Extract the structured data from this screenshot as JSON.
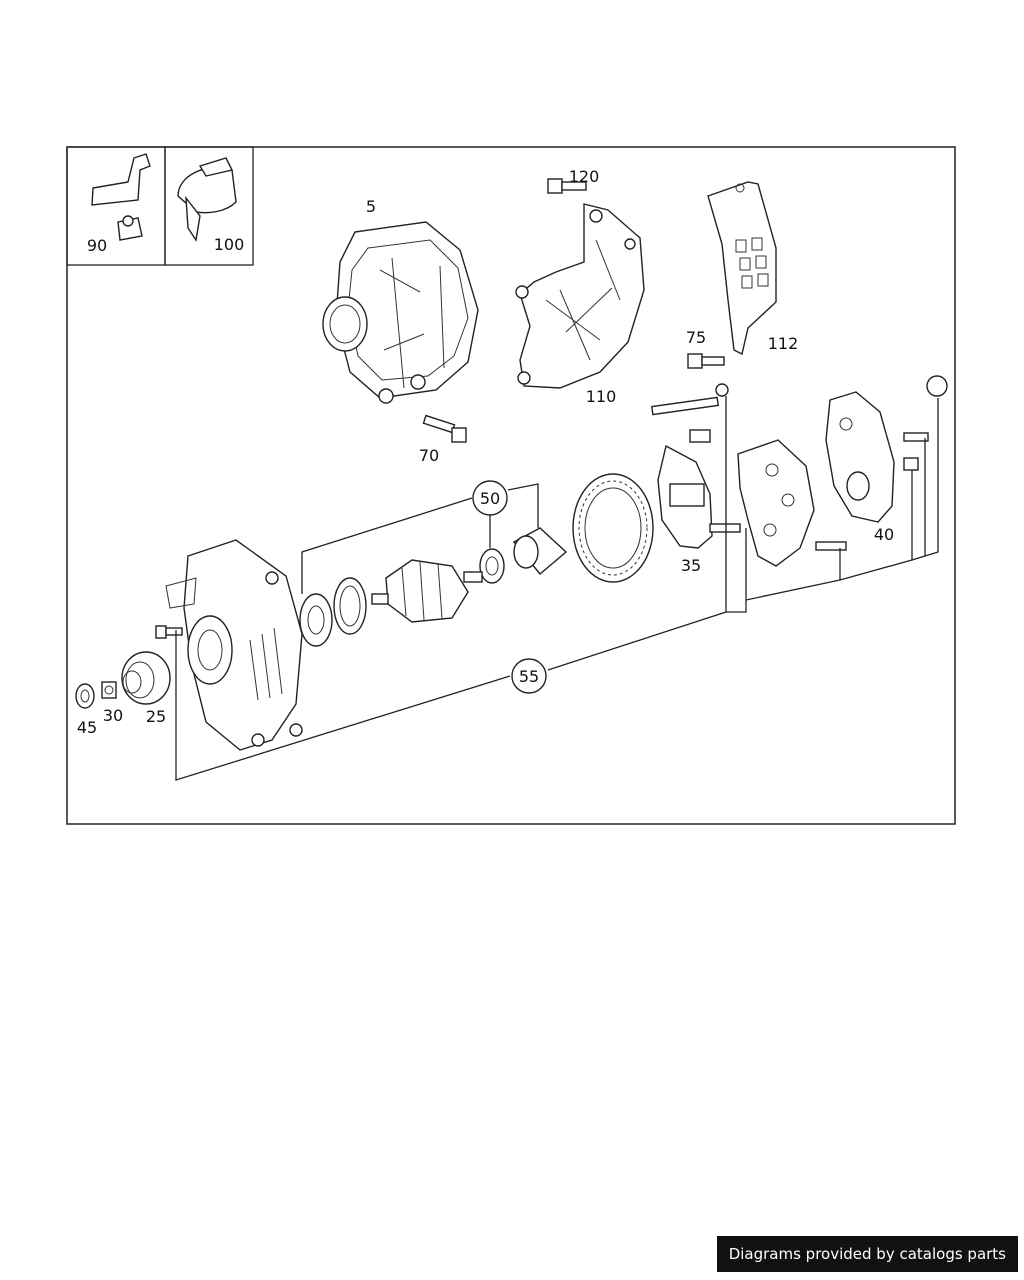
{
  "labels": {
    "p5": "5",
    "p25": "25",
    "p30": "30",
    "p35": "35",
    "p40": "40",
    "p45": "45",
    "p50": "50",
    "p55": "55",
    "p70": "70",
    "p75": "75",
    "p90": "90",
    "p100": "100",
    "p110": "110",
    "p112": "112",
    "p120": "120"
  },
  "footer": {
    "credit": "Diagrams provided by catalogs parts"
  }
}
